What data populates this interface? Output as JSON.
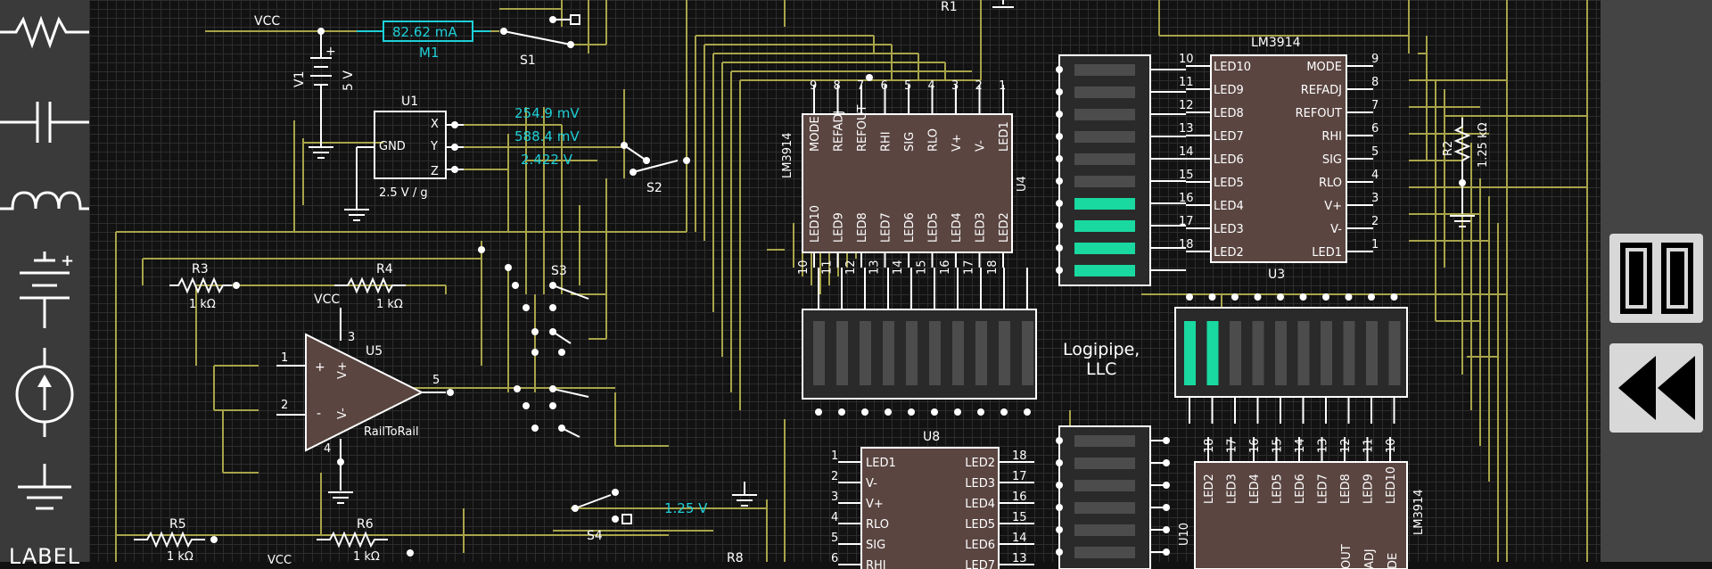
{
  "toolbar": {
    "tools": [
      "resistor-icon",
      "capacitor-icon",
      "inductor-icon",
      "battery-icon",
      "current-source-icon",
      "ground-icon"
    ],
    "label_tool": "LABEL"
  },
  "colors": {
    "wire": "#a8a44a",
    "chip": "#5a4541",
    "meter": "#1ed0d8",
    "led_on": "#19d9a0",
    "led_off": "#4c4c4c"
  },
  "components": {
    "vcc_top": "VCC",
    "meter_m1_value": "82.62 mA",
    "meter_m1": "M1",
    "switch_s1": "S1",
    "r1": "R1",
    "v1": "V1",
    "v1_value": "5 V",
    "u1": "U1",
    "u1_x": "X",
    "u1_y": "Y",
    "u1_z": "Z",
    "u1_gnd": "GND",
    "u1_scale": "2.5 V / g",
    "probe_x": "254.9 mV",
    "probe_y": "588.4 mV",
    "probe_z": "2.422 V",
    "switch_s2": "S2",
    "switch_s3": "S3",
    "r3": "R3",
    "r3_value": "1 kΩ",
    "r4": "R4",
    "r4_value": "1 kΩ",
    "vcc_u5": "VCC",
    "u5": "U5",
    "u5_type": "RailToRail",
    "u5_pin1": "1",
    "u5_pin2": "2",
    "u5_pin3": "3",
    "u5_pin4": "4",
    "u5_pin5": "5",
    "u5_plus": "+",
    "u5_minus": "-",
    "u5_vplus": "V+",
    "u5_vminus": "V-",
    "r5": "R5",
    "r5_value": "1 kΩ",
    "r6": "R6",
    "r6_value": "1 kΩ",
    "switch_s4": "S4",
    "probe_s4": "1.25 V",
    "r8": "R8",
    "vcc_bottom": "VCC",
    "u4": "U4",
    "u4_type": "LM3914",
    "u4_top_pins": [
      "9",
      "8",
      "7",
      "6",
      "5",
      "4",
      "3",
      "2",
      "1"
    ],
    "u4_top_labels": [
      "MODE",
      "REFADJ",
      "REFOUT",
      "RHI",
      "SIG",
      "RLO",
      "V+",
      "V-",
      "LED1"
    ],
    "u4_bottom_pins": [
      "10",
      "11",
      "12",
      "13",
      "14",
      "15",
      "16",
      "17",
      "18"
    ],
    "u4_bottom_labels": [
      "LED10",
      "LED9",
      "LED8",
      "LED7",
      "LED6",
      "LED5",
      "LED4",
      "LED3",
      "LED2"
    ],
    "u3": "U3",
    "u3_type": "LM3914",
    "u3_left_pins": [
      "10",
      "11",
      "12",
      "13",
      "14",
      "15",
      "16",
      "17",
      "18"
    ],
    "u3_left_labels": [
      "LED10",
      "LED9",
      "LED8",
      "LED7",
      "LED6",
      "LED5",
      "LED4",
      "LED3",
      "LED2"
    ],
    "u3_right_pins": [
      "9",
      "8",
      "7",
      "6",
      "5",
      "4",
      "3",
      "2",
      "1"
    ],
    "u3_right_labels": [
      "MODE",
      "REFADJ",
      "REFOUT",
      "RHI",
      "SIG",
      "RLO",
      "V+",
      "V-",
      "LED1"
    ],
    "r2": "R2",
    "r2_value": "1.25 kΩ",
    "logo": "Logipipe,\nLLC",
    "u8": "U8",
    "u8_left_pins": [
      "1",
      "2",
      "3",
      "4",
      "5",
      "6"
    ],
    "u8_left_labels": [
      "LED1",
      "V-",
      "V+",
      "RLO",
      "SIG",
      "RHI"
    ],
    "u8_right_pins": [
      "18",
      "17",
      "16",
      "15",
      "14",
      "13"
    ],
    "u8_right_labels": [
      "LED2",
      "LED3",
      "LED4",
      "LED5",
      "LED6",
      "LED7"
    ],
    "u10": "U10",
    "u10_type": "LM3914",
    "u10_pins": [
      "18",
      "17",
      "16",
      "15",
      "14",
      "13",
      "12",
      "11",
      "10"
    ],
    "u10_labels": [
      "LED2",
      "LED3",
      "LED4",
      "LED5",
      "LED6",
      "LED7",
      "LED8",
      "LED9",
      "LED10"
    ],
    "u10_bottom_labels": [
      "OUT",
      "ADJ",
      "DE"
    ]
  },
  "bargraphs": {
    "vertical_top": [
      false,
      false,
      false,
      false,
      false,
      false,
      true,
      true,
      true,
      true
    ],
    "horizontal_right": [
      true,
      true,
      false,
      false,
      false,
      false,
      false,
      false,
      false,
      false
    ],
    "horizontal_left": [
      false,
      false,
      false,
      false,
      false,
      false,
      false,
      false,
      false,
      false
    ],
    "vertical_bottom": [
      false,
      false,
      false,
      false,
      false,
      false,
      false
    ]
  },
  "right_panel": {
    "buttons": [
      "pause-icon",
      "rewind-icon"
    ]
  }
}
